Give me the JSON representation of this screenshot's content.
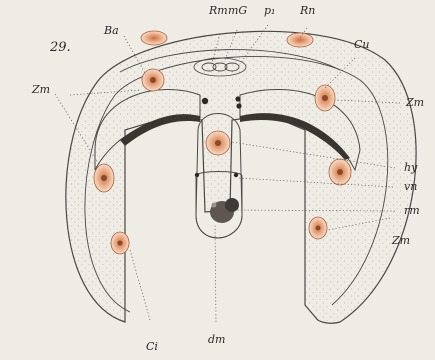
{
  "figure": {
    "number": "29.",
    "labels": {
      "Rm": "Rm",
      "mG": "mG",
      "pl": "p₁",
      "Rn": "Rn",
      "Ba": "Ba",
      "Cu": "Cu",
      "Zm_left": "Zm",
      "Zm_right": "Zm",
      "hy": "hy",
      "vn": "vn",
      "rm": "rm",
      "Zm_lower": "Zm",
      "Ci": "Ci",
      "dm": "dm"
    }
  },
  "colors": {
    "background": "#efece6",
    "tissue": "#e7ddd3",
    "cell_fill": "#e2a27a",
    "cell_ring": "#f3d9c5",
    "ink": "#2a2a2a"
  }
}
